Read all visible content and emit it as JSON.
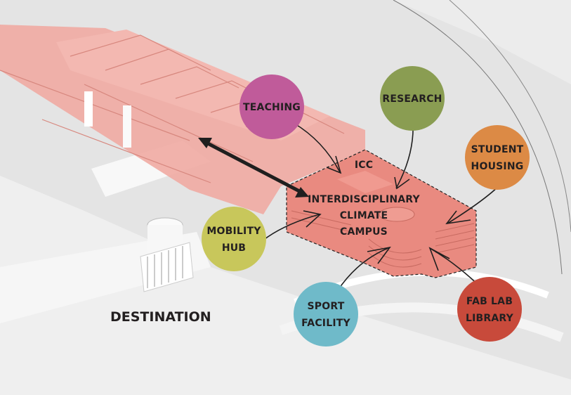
{
  "center": {
    "lines": [
      "ICC",
      "INTERDISCIPLINARY",
      "CLIMATE",
      "CAMPUS"
    ]
  },
  "destination": "DESTINATION",
  "nodes": [
    {
      "id": "teaching",
      "lines": [
        "TEACHING"
      ],
      "color": "#c05b9a"
    },
    {
      "id": "research",
      "lines": [
        "RESEARCH"
      ],
      "color": "#8a9d52"
    },
    {
      "id": "student-housing",
      "lines": [
        "STUDENT",
        "HOUSING"
      ],
      "color": "#dc8a45"
    },
    {
      "id": "mobility-hub",
      "lines": [
        "MOBILITY",
        "HUB"
      ],
      "color": "#c8c75b"
    },
    {
      "id": "sport-facility",
      "lines": [
        "SPORT",
        "FACILITY"
      ],
      "color": "#6fbac9"
    },
    {
      "id": "fab-lab-library",
      "lines": [
        "FAB LAB",
        "LIBRARY"
      ],
      "color": "#c84a3b"
    }
  ],
  "colors": {
    "building": "#e98a80",
    "existing": "#f0aaa2",
    "ground": "#e4e4e4"
  }
}
